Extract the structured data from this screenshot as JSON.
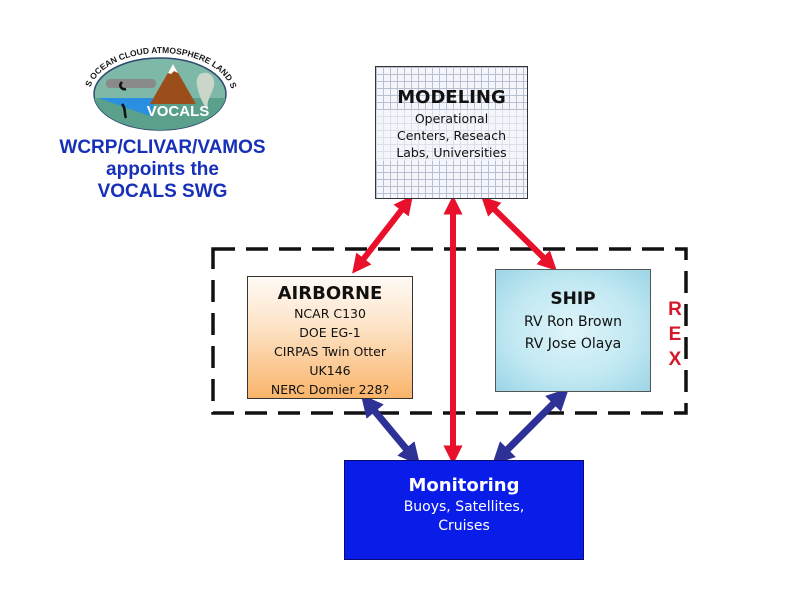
{
  "logo": {
    "arc_text": "VAMOS OCEAN CLOUD ATMOSPHERE LAND STUDY",
    "name": "VOCALS",
    "colors": {
      "sky": "#7db8a8",
      "water": "#2a8fe0",
      "mountain": "#9b4e1a",
      "ellipse_border": "#2d4a6c"
    }
  },
  "headline": {
    "lines": [
      "WCRP/CLIVAR/VAMOS",
      "appoints the",
      "VOCALS SWG"
    ],
    "color": "#1630b8"
  },
  "modeling": {
    "title": "MODELING",
    "lines": [
      "Operational",
      "Centers, Reseach",
      "Labs, Universities"
    ]
  },
  "airborne": {
    "title": "AIRBORNE",
    "lines": [
      "NCAR C130",
      "DOE EG-1",
      "CIRPAS Twin Otter",
      "UK146",
      "NERC Domier 228?"
    ]
  },
  "ship": {
    "title": "SHIP",
    "lines": [
      "RV Ron Brown",
      "RV Jose Olaya"
    ]
  },
  "monitoring": {
    "title": "Monitoring",
    "lines": [
      "Buoys, Satellites,",
      "Cruises"
    ],
    "color": "#0a1de8"
  },
  "rex": {
    "letters": [
      "R",
      "E",
      "X"
    ],
    "color": "#d6182c"
  },
  "arrows": {
    "red_color": "#e8102a",
    "blue_color": "#2e3196",
    "dash_color": "#111111"
  }
}
